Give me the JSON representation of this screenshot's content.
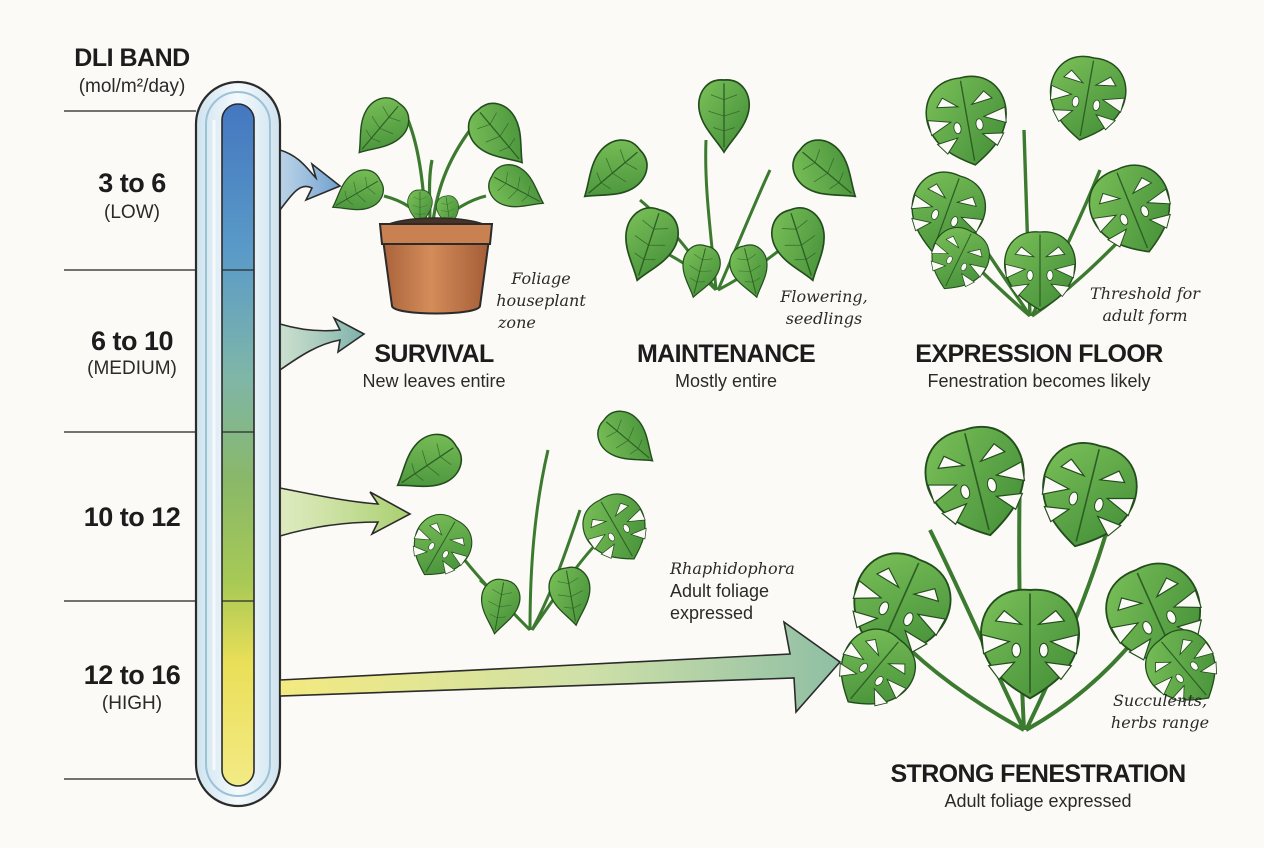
{
  "axis": {
    "title": "DLI BAND",
    "unit": "(mol/m²/day)"
  },
  "bands": [
    {
      "range": "3 to 6",
      "level": "(LOW)"
    },
    {
      "range": "6 to 10",
      "level": "(MEDIUM)"
    },
    {
      "range": "10 to 12",
      "level": ""
    },
    {
      "range": "12 to 16",
      "level": "(HIGH)"
    }
  ],
  "stages": {
    "survival": {
      "title": "SURVIVAL",
      "desc": "New leaves entire"
    },
    "maintenance": {
      "title": "MAINTENANCE",
      "desc": "Mostly entire"
    },
    "expression": {
      "title": "EXPRESSION FLOOR",
      "desc": "Fenestration becomes likely"
    },
    "strong": {
      "title": "STRONG FENESTRATION",
      "desc": "Adult foliage expressed"
    }
  },
  "notes": {
    "foliage": [
      "Foliage",
      "houseplant",
      "zone"
    ],
    "flowering": [
      "Flowering,",
      "seedlings"
    ],
    "threshold": [
      "Threshold for",
      "adult form"
    ],
    "rhaphido": {
      "italic": "Rhaphidophora",
      "lines": [
        "Adult foliage",
        "expressed"
      ]
    },
    "succulent": [
      "Succulents,",
      "herbs range"
    ]
  },
  "colors": {
    "low": "#4f80c2",
    "medium": "#7fb3a0",
    "mid": "#9fc25a",
    "high": "#f0e25a",
    "leaf": "#4f9a3c",
    "leaf_dark": "#2f6f28",
    "pot": "#c07a4a",
    "ink": "#1c1c1c"
  },
  "icons": {
    "pot_plant": "potted-seedling-illustration",
    "heart_plant": "heartleaf-plant-illustration",
    "monstera": "monstera-illustration"
  }
}
